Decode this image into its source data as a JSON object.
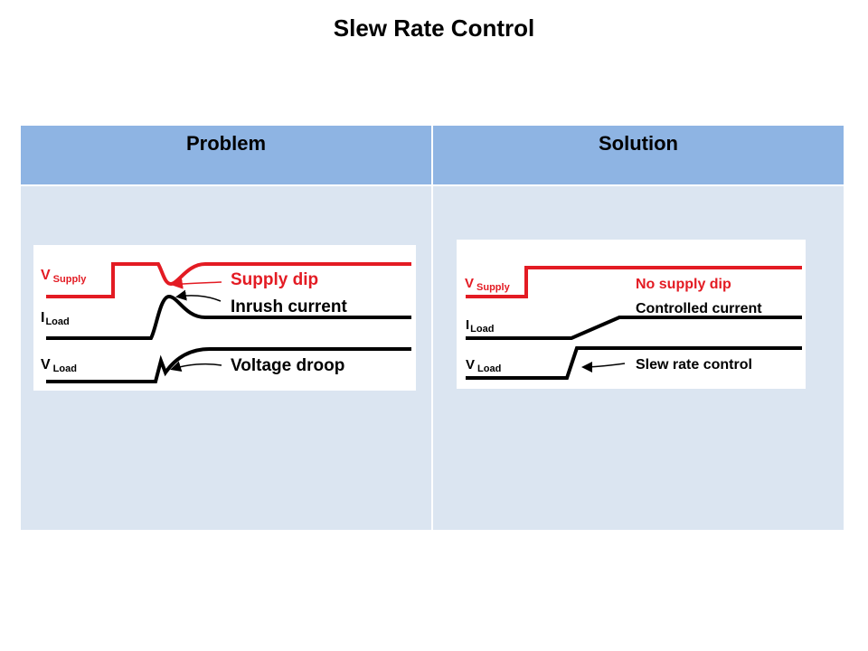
{
  "slide": {
    "title": "Slew Rate Control"
  },
  "table": {
    "headers": [
      "Problem",
      "Solution"
    ]
  },
  "problem": {
    "v_supply": {
      "main": "V",
      "sub": "Supply"
    },
    "i_load": {
      "main": "I",
      "sub": "Load"
    },
    "v_load": {
      "main": "V",
      "sub": "Load"
    },
    "annotations": {
      "supply": "Supply dip",
      "current": "Inrush current",
      "voltage": "Voltage droop"
    }
  },
  "solution": {
    "v_supply": {
      "main": "V",
      "sub": "Supply"
    },
    "i_load": {
      "main": "I",
      "sub": "Load"
    },
    "v_load": {
      "main": "V",
      "sub": "Load"
    },
    "annotations": {
      "supply": "No supply dip",
      "current": "Controlled current",
      "voltage": "Slew rate control"
    }
  },
  "colors": {
    "header_bg": "#8eb4e3",
    "cell_bg": "#dbe5f1",
    "supply_trace": "#e31b23",
    "load_trace": "#000000"
  }
}
